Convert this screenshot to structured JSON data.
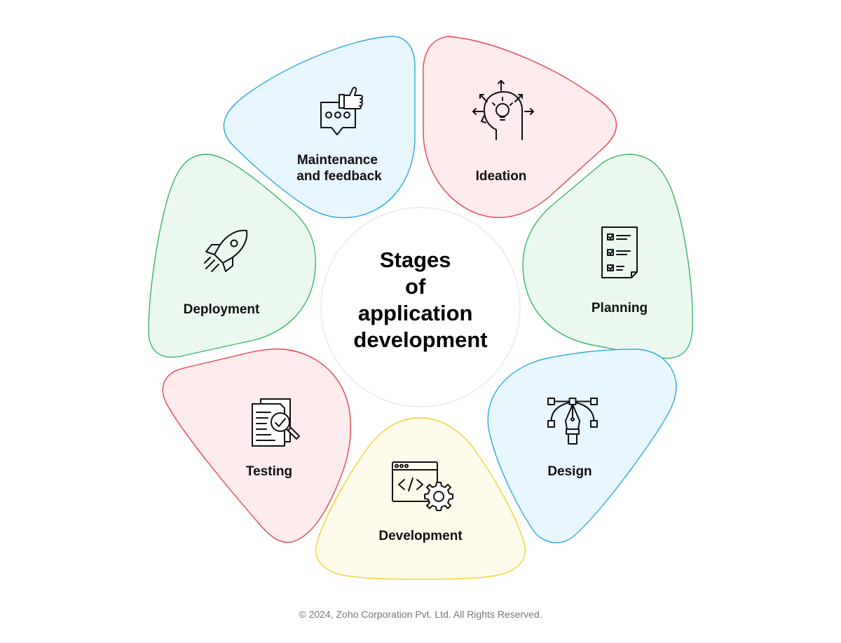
{
  "diagram": {
    "center_title_lines": [
      "Stages",
      "of",
      "application",
      "development"
    ],
    "stages": [
      {
        "id": "ideation",
        "label_lines": [
          "Ideation"
        ],
        "icon": "lightbulb-head-icon",
        "fill": "#FDEBEE",
        "stroke": "#E8424F"
      },
      {
        "id": "planning",
        "label_lines": [
          "Planning"
        ],
        "icon": "checklist-icon",
        "fill": "#EAF8EF",
        "stroke": "#3DB467"
      },
      {
        "id": "design",
        "label_lines": [
          "Design"
        ],
        "icon": "pen-tool-icon",
        "fill": "#E8F6FD",
        "stroke": "#2EA8DF"
      },
      {
        "id": "development",
        "label_lines": [
          "Development"
        ],
        "icon": "code-window-gear-icon",
        "fill": "#FEFBEB",
        "stroke": "#F0D22E"
      },
      {
        "id": "testing",
        "label_lines": [
          "Testing"
        ],
        "icon": "document-magnifier-icon",
        "fill": "#FDEBEE",
        "stroke": "#E8424F"
      },
      {
        "id": "deployment",
        "label_lines": [
          "Deployment"
        ],
        "icon": "rocket-icon",
        "fill": "#EAF8EF",
        "stroke": "#3DB467"
      },
      {
        "id": "maintenance",
        "label_lines": [
          "Maintenance",
          "and feedback"
        ],
        "icon": "thumbs-up-chat-icon",
        "fill": "#E8F6FD",
        "stroke": "#2EA8DF"
      }
    ]
  },
  "footer": {
    "copyright": "© 2024, Zoho Corporation Pvt. Ltd. All Rights Reserved."
  }
}
